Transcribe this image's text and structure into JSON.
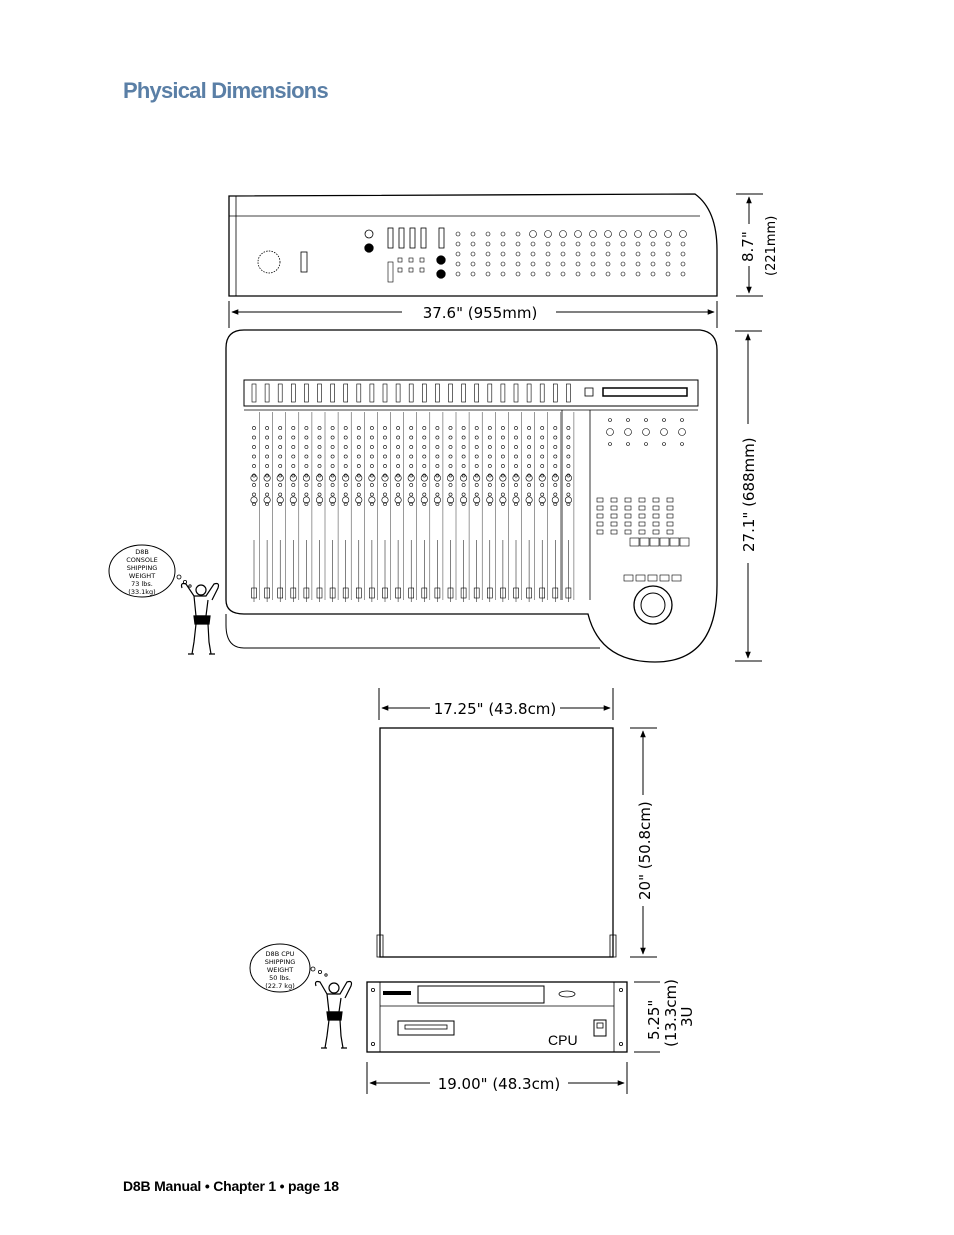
{
  "page": {
    "title": "Physical Dimensions",
    "footer": "D8B Manual • Chapter 1 • page  18"
  },
  "console": {
    "height_label": "8.7\"",
    "height_metric": "(221mm)",
    "width_label": "37.6\" (955mm)",
    "depth_label": "27.1\" (688mm)",
    "weight_bubble": [
      "D8B",
      "CONSOLE",
      "SHIPPING",
      "WEIGHT",
      "73 lbs.",
      "(33.1kg)"
    ]
  },
  "cpu": {
    "depth_width_label": "17.25\" (43.8cm)",
    "depth_label": "20\" (50.8cm)",
    "height_label": "5.25\"",
    "height_metric": "(13.3cm)",
    "rack_units": "3U",
    "rack_width_label": "19.00\" (48.3cm)",
    "front_label": "CPU",
    "weight_bubble": [
      "D8B CPU",
      "SHIPPING",
      "WEIGHT",
      "50 lbs.",
      "(22.7 kg)"
    ]
  }
}
